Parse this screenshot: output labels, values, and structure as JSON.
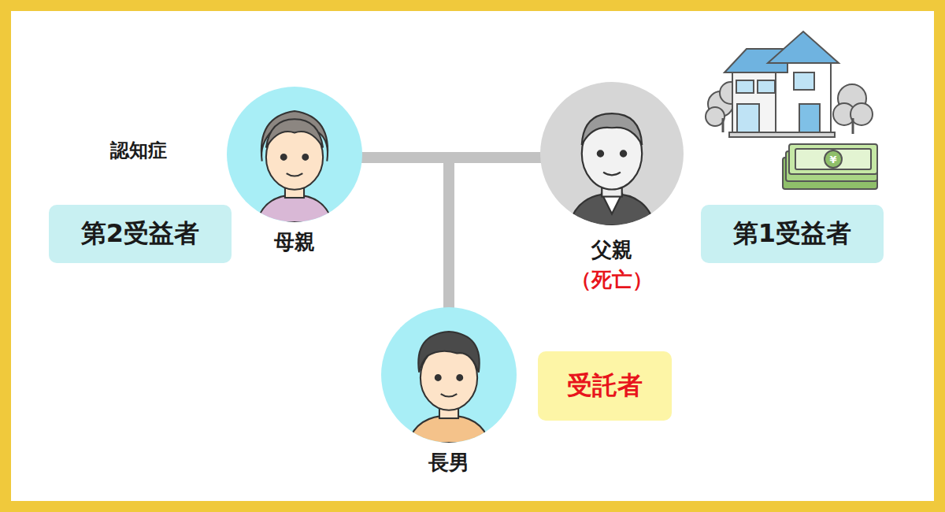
{
  "diagram": {
    "nodes": [
      {
        "text": [
          "母親"
        ]
      },
      {
        "text": [
          "父親",
          "（死亡）"
        ]
      },
      {
        "text": [
          "第2受益者"
        ]
      },
      {
        "text": [
          "第1受益者"
        ]
      },
      {
        "text": [
          "長男"
        ]
      },
      {
        "text": [
          "受託者"
        ]
      }
    ],
    "edges": [
      {
        "from": 0,
        "to": 1,
        "arrow": "none"
      },
      {
        "from": 0,
        "to": 4,
        "arrow": "none"
      },
      {
        "from": 1,
        "to": 4,
        "arrow": "none"
      }
    ],
    "labels": [
      "認知症"
    ]
  }
}
